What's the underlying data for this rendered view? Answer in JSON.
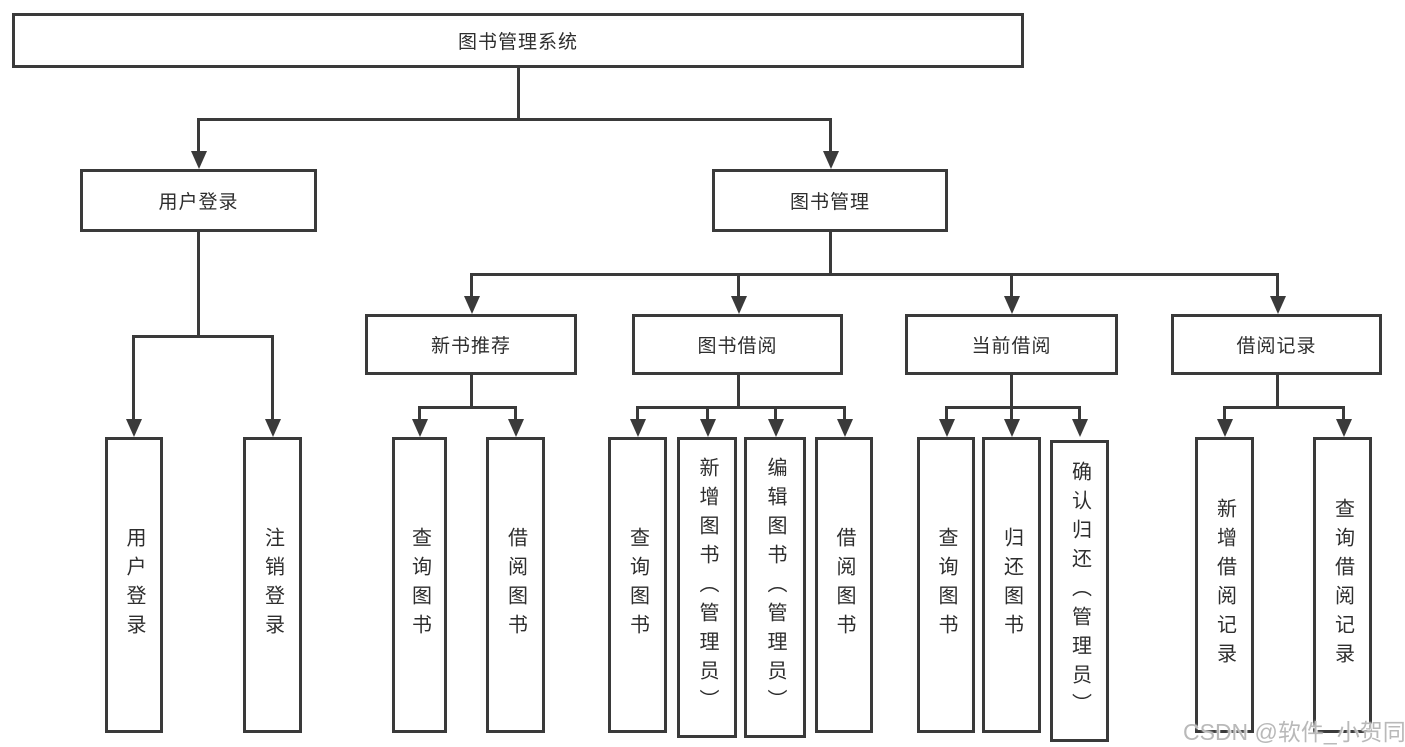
{
  "diagram": {
    "title": "图书管理系统",
    "branches": [
      {
        "label": "用户登录",
        "children": [
          {
            "label": "用户登录"
          },
          {
            "label": "注销登录"
          }
        ]
      },
      {
        "label": "图书管理",
        "groups": [
          {
            "label": "新书推荐",
            "children": [
              {
                "label": "查询图书"
              },
              {
                "label": "借阅图书"
              }
            ]
          },
          {
            "label": "图书借阅",
            "children": [
              {
                "label": "查询图书"
              },
              {
                "label": "新增图书（管理员）"
              },
              {
                "label": "编辑图书（管理员）"
              },
              {
                "label": "借阅图书"
              }
            ]
          },
          {
            "label": "当前借阅",
            "children": [
              {
                "label": "查询图书"
              },
              {
                "label": "归还图书"
              },
              {
                "label": "确认归还（管理员）"
              }
            ]
          },
          {
            "label": "借阅记录",
            "children": [
              {
                "label": "新增借阅记录"
              },
              {
                "label": "查询借阅记录"
              }
            ]
          }
        ]
      }
    ]
  },
  "watermark": {
    "text": "CSDN @软件_小贺同学"
  },
  "colors": {
    "line": "#3a3a3a",
    "text": "#2e2e2e",
    "watermark": "#b9b9b9",
    "background": "#ffffff"
  }
}
